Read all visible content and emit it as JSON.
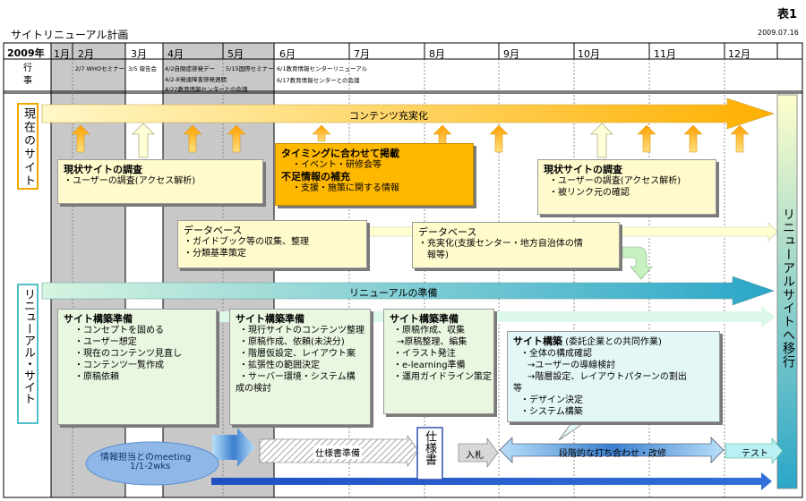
{
  "header": {
    "title": "サイトリニューアル計画",
    "table_no": "表1",
    "date": "2009.07.16"
  },
  "timeline": {
    "year": "2009年",
    "months": [
      "1月",
      "2月",
      "3月",
      "4月",
      "5月",
      "6月",
      "7月",
      "8月",
      "9月",
      "10月",
      "11月",
      "12月"
    ],
    "events_label": "行事",
    "events": [
      "2/7 WHOセミナー",
      "3/5 報告会",
      "4/2自閉症啓発デー",
      "4/2-8発達障害啓発週間",
      "4/22教育情報センターとの会議",
      "5/15国際セミナー",
      "6/1教育情報センターリニューアル",
      "6/17教育情報センターとの会議"
    ]
  },
  "sections": {
    "current_site": "現在のサイト",
    "renewal_site": "リニューアル・サイト",
    "migrate": "リニューアルサイトへ移行"
  },
  "arrows": {
    "content": "コンテンツ充実化",
    "renewal_prep": "リニューアルの準備"
  },
  "current_boxes": {
    "survey1": {
      "title": "現状サイトの調査",
      "lines": [
        "・ユーザーの調査(アクセス解析)"
      ]
    },
    "timing": {
      "title1": "タイミングに合わせて掲載",
      "lines1": [
        "・イベント・研修会等"
      ],
      "title2": "不足情報の補充",
      "lines2": [
        "・支援・施策に関する情報"
      ]
    },
    "survey2": {
      "title": "現状サイトの調査",
      "lines": [
        "・ユーザーの調査(アクセス解析)",
        "・被リンク元の確認"
      ]
    },
    "db1": {
      "title": "データベース",
      "lines": [
        "・ガイドブック等の収集、整理",
        "・分類基準策定"
      ]
    },
    "db2": {
      "title": "データベース",
      "lines": [
        "・充実化(支援センター・地方自治体の情",
        "報等)"
      ]
    }
  },
  "renewal_boxes": {
    "prep1": {
      "title": "サイト構築準備",
      "lines": [
        "・コンセプトを固める",
        "・ユーザー想定",
        "・現在のコンテンツ見直し",
        "・コンテンツ一覧作成",
        "・原稿依頼"
      ]
    },
    "prep2": {
      "title": "サイト構築準備",
      "lines": [
        "・現行サイトのコンテンツ整理",
        "・原稿作成、依頼(未決分)",
        "・階層仮設定、レイアウト案",
        "・拡張性の範囲決定",
        "・サーバー環境・システム構",
        "成の検討"
      ]
    },
    "prep3": {
      "title": "サイト構築準備",
      "lines": [
        "・原稿作成、収集",
        "→原稿整理、編集",
        "・イラスト発注",
        "・e-learning準備",
        "・運用ガイドライン策定"
      ]
    },
    "build": {
      "title": "サイト構築",
      "subtitle": "(委託企業との共同作業)",
      "lines": [
        "・全体の構成確認",
        "→ユーザーの導線検討",
        "→階層設定、レイアウトパターンの割出",
        "等",
        "・デザイン決定",
        "・システム構築"
      ]
    }
  },
  "bottom": {
    "meeting": "情報担当とのmeeting",
    "meeting_sub": "1/1-2wks",
    "spec_prep": "仕様書準備",
    "spec": "仕様書",
    "bid": "入札",
    "meetings": "段階的な打ち合わせ・改修",
    "test": "テスト"
  },
  "colors": {
    "gray_band": "#c8c8c8",
    "orange": "#ffb800",
    "yellow_box": "#fffbcc",
    "green_box": "#e9f6e0",
    "teal": "#2aa6c8",
    "current_border": "#f0a800",
    "renewal_border": "#50c0c8"
  }
}
